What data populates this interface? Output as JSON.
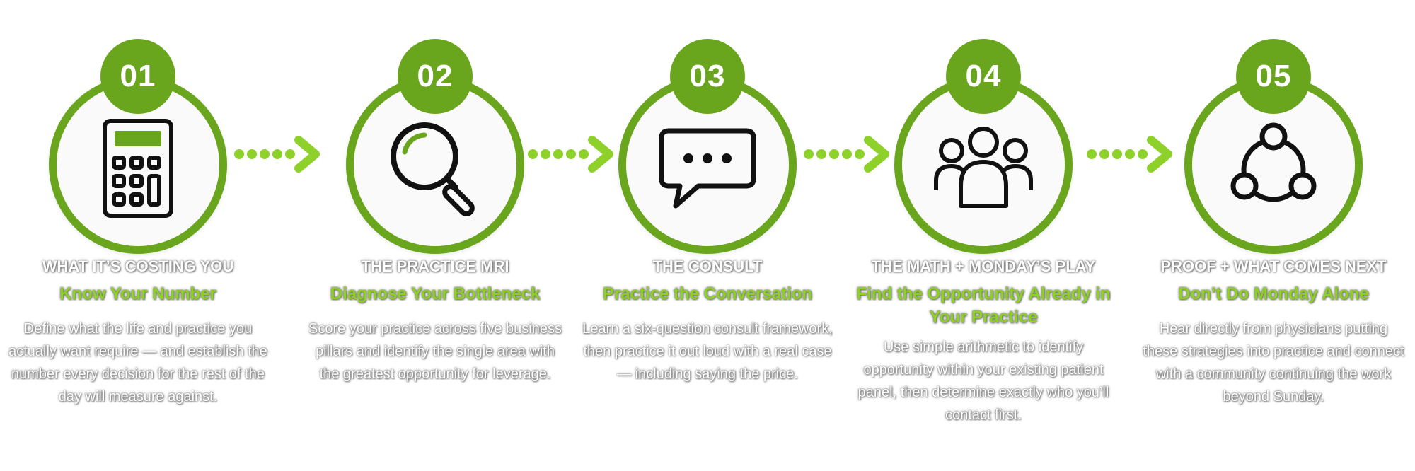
{
  "steps": [
    {
      "number": "01",
      "title": "WHAT IT’S COSTING YOU",
      "subtitle": "Know Your Number",
      "description": "Define what the life and practice you actually want require — and establish the number every decision for the rest of the day will measure against.",
      "icon": "calculator-icon"
    },
    {
      "number": "02",
      "title": "THE PRACTICE MRI",
      "subtitle": "Diagnose Your Bottleneck",
      "description": "Score your practice across five business pillars and identify the single area with the greatest opportunity for leverage.",
      "icon": "magnifier-icon"
    },
    {
      "number": "03",
      "title": "THE CONSULT",
      "subtitle": "Practice the Conversation",
      "description": "Learn a six-question consult framework, then practice it out loud with a real case — including saying the price.",
      "icon": "chat-bubble-icon"
    },
    {
      "number": "04",
      "title": "THE MATH + MONDAY’S PLAY",
      "subtitle": "Find the Opportunity Already in Your Practice",
      "description": "Use simple arithmetic to identify opportunity within your existing patient panel, then determine exactly who you’ll contact first.",
      "icon": "people-group-icon"
    },
    {
      "number": "05",
      "title": "PROOF + WHAT COMES NEXT",
      "subtitle": "Don’t Do Monday Alone",
      "description": "Hear directly from physicians putting these strategies into practice and connect with a community continuing the work beyond Sunday.",
      "icon": "network-icon"
    }
  ],
  "colors": {
    "accent": "#6aa51e",
    "subtitle": "#8cd21e",
    "arrow": "#8fd12b",
    "icon_stroke": "#111111"
  }
}
